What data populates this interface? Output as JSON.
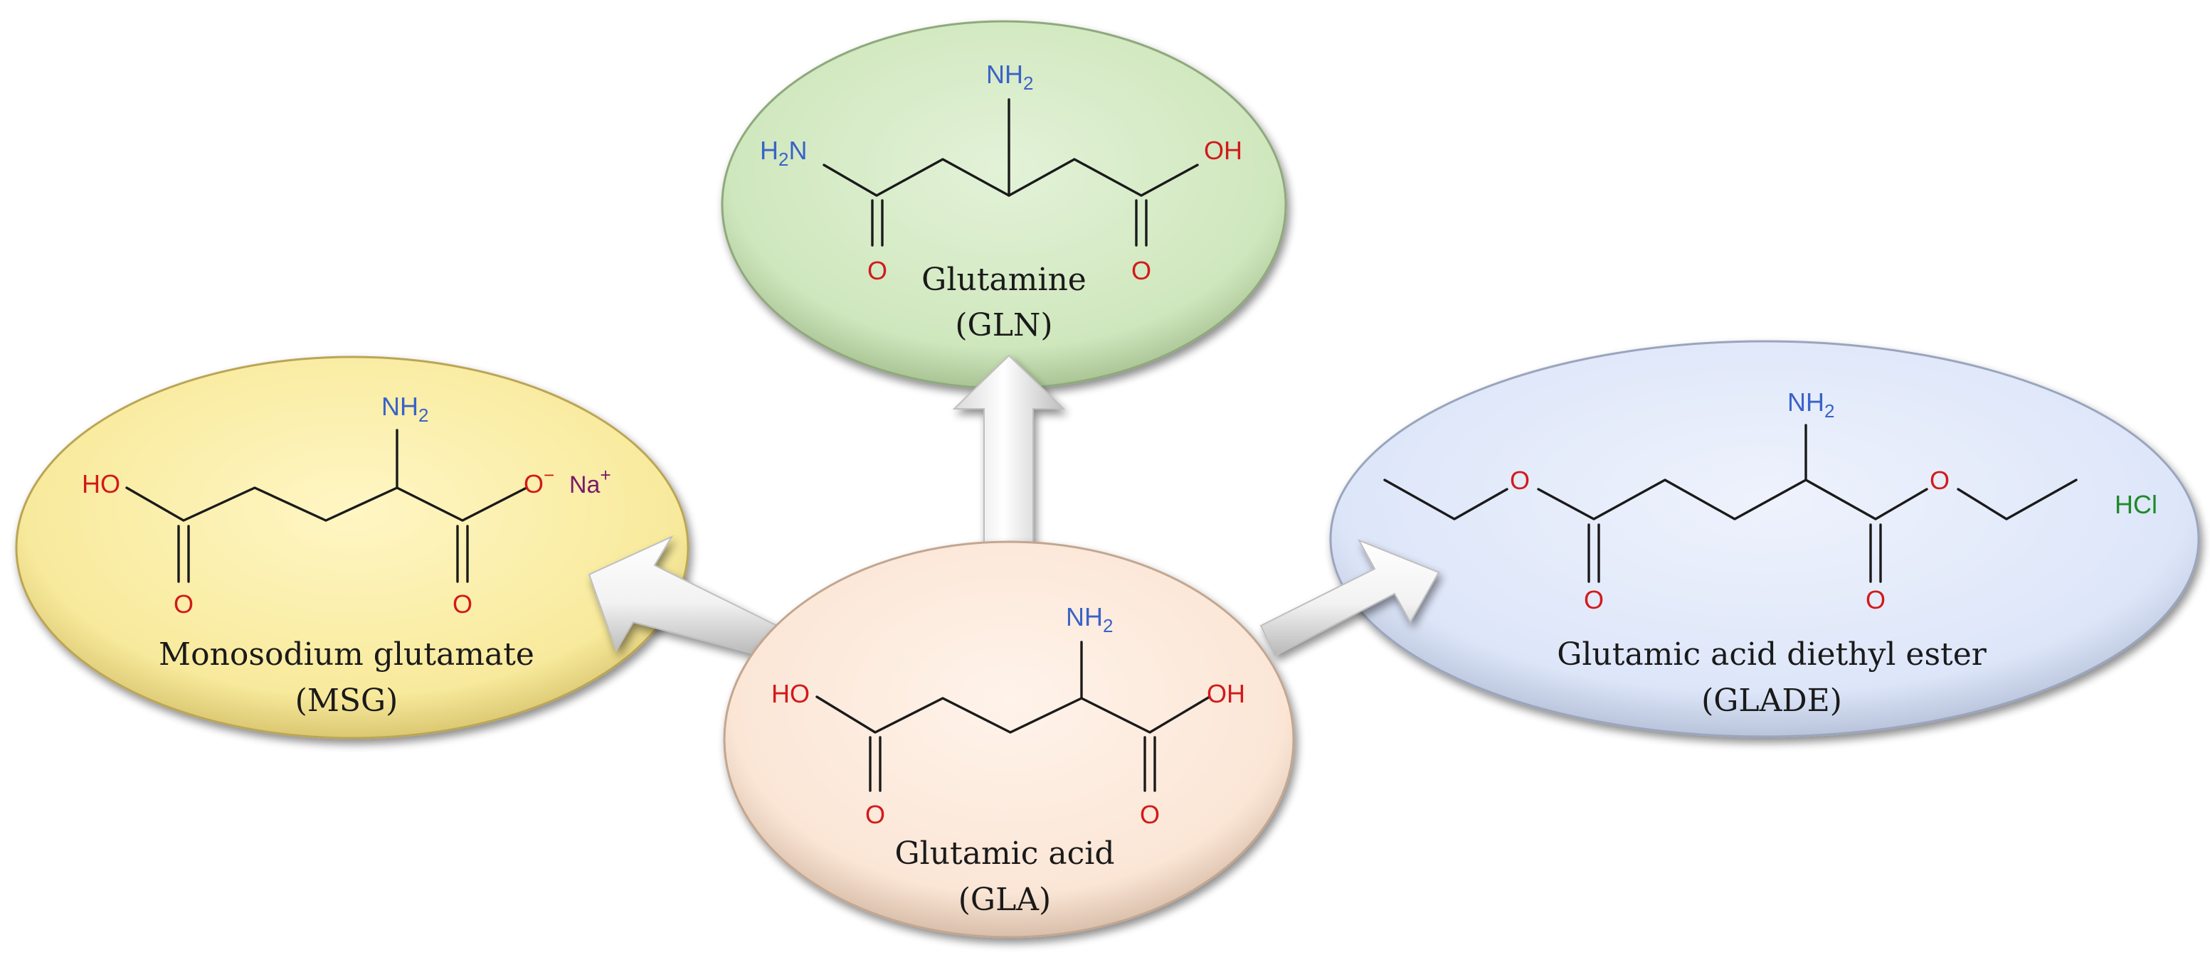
{
  "colors": {
    "yellow": "#f8ea9c",
    "green": "#cfe7bd",
    "blue": "#dde6f9",
    "peach": "#fbe6d6",
    "oxygen": "#d11a1a",
    "nitrogen": "#3a62c8",
    "sodium": "#7a1a6e",
    "chloride": "#1f8a2a"
  },
  "labels": {
    "nh2_main": "NH",
    "nh2_sub": "2",
    "h2n_h": "H",
    "h2n_sub": "2",
    "h2n_n": "N",
    "ho": "HO",
    "oh": "OH",
    "o": "O",
    "o_minus": "O",
    "minus": "−",
    "na": "Na",
    "plus": "+",
    "hcl": "HCl"
  },
  "molecules": {
    "gln": {
      "name": "Glutamine",
      "abbr": "(GLN)"
    },
    "msg": {
      "name": "Monosodium  glutamate",
      "abbr": "(MSG)"
    },
    "glade": {
      "name": "Glutamic acid diethyl ester",
      "abbr": "(GLADE)"
    },
    "gla": {
      "name": "Glutamic acid",
      "abbr": "(GLA)"
    }
  }
}
